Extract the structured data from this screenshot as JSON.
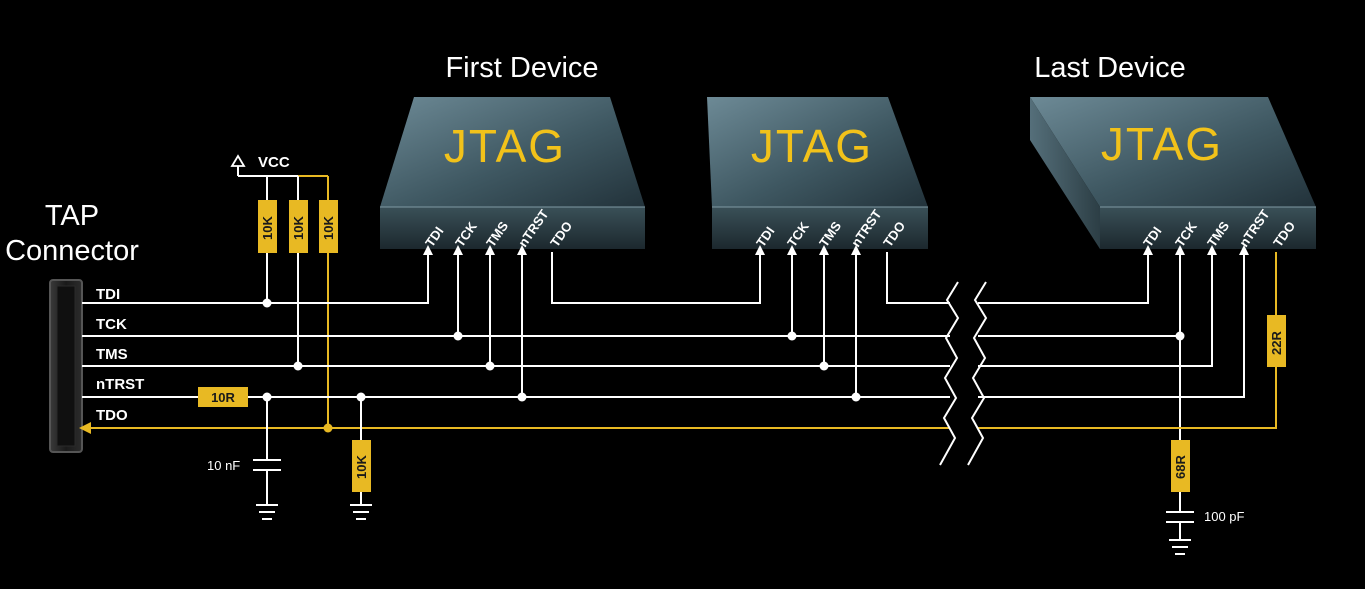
{
  "tap": {
    "line1": "TAP",
    "line2": "Connector"
  },
  "signals": [
    "TDI",
    "TCK",
    "TMS",
    "nTRST",
    "TDO"
  ],
  "vcc_label": "VCC",
  "devices": [
    {
      "heading": "First Device",
      "chip": "JTAG"
    },
    {
      "heading": "",
      "chip": "JTAG"
    },
    {
      "heading": "Last Device",
      "chip": "JTAG"
    }
  ],
  "pins": [
    "TDI",
    "TCK",
    "TMS",
    "nTRST",
    "TDO"
  ],
  "resistors": {
    "pullup_1": "10K",
    "pullup_2": "10K",
    "pullup_3": "10K",
    "ntrst_series": "10R",
    "ntrst_pulldown": "10K",
    "tdo_series": "22R",
    "tck_term": "68R"
  },
  "capacitors": {
    "ntrst_cap": "10 nF",
    "tck_cap": "100 pF"
  },
  "colors": {
    "wire": "#ffffff",
    "tdo_wire": "#e8b923",
    "resistor": "#e8b923",
    "chip_text": "#f2c21a",
    "background": "#000000"
  }
}
